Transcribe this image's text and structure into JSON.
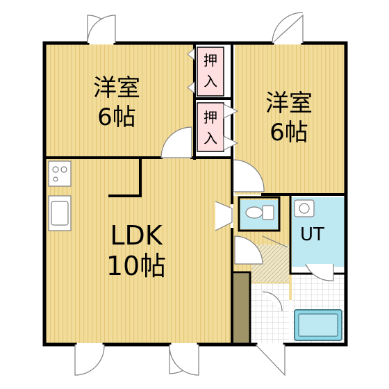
{
  "rooms": {
    "western_left": {
      "name": "洋室",
      "size": "6帖"
    },
    "western_right": {
      "name": "洋室",
      "size": "6帖"
    },
    "ldk": {
      "name": "LDK",
      "size": "10帖"
    },
    "utility": {
      "name": "UT"
    }
  },
  "closets": [
    {
      "chars": [
        "押",
        "入"
      ]
    },
    {
      "chars": [
        "押",
        "入"
      ]
    }
  ],
  "colors": {
    "floor_wood": "#f2dc9a",
    "wood_stripe": "#e5c879",
    "wall": "#000000",
    "closet_fill": "#ffdfdf",
    "bathroom_tile": "#bfe9f2",
    "tile_grid": "#d9d9d9",
    "bathtub": "#8fd6e6",
    "entry_floor": "#9e9468",
    "door_line": "#808080"
  },
  "icons": [
    "stove-icon",
    "sink-icon",
    "toilet-icon",
    "washbasin-icon",
    "bathtub-icon",
    "door-swing-icon"
  ]
}
